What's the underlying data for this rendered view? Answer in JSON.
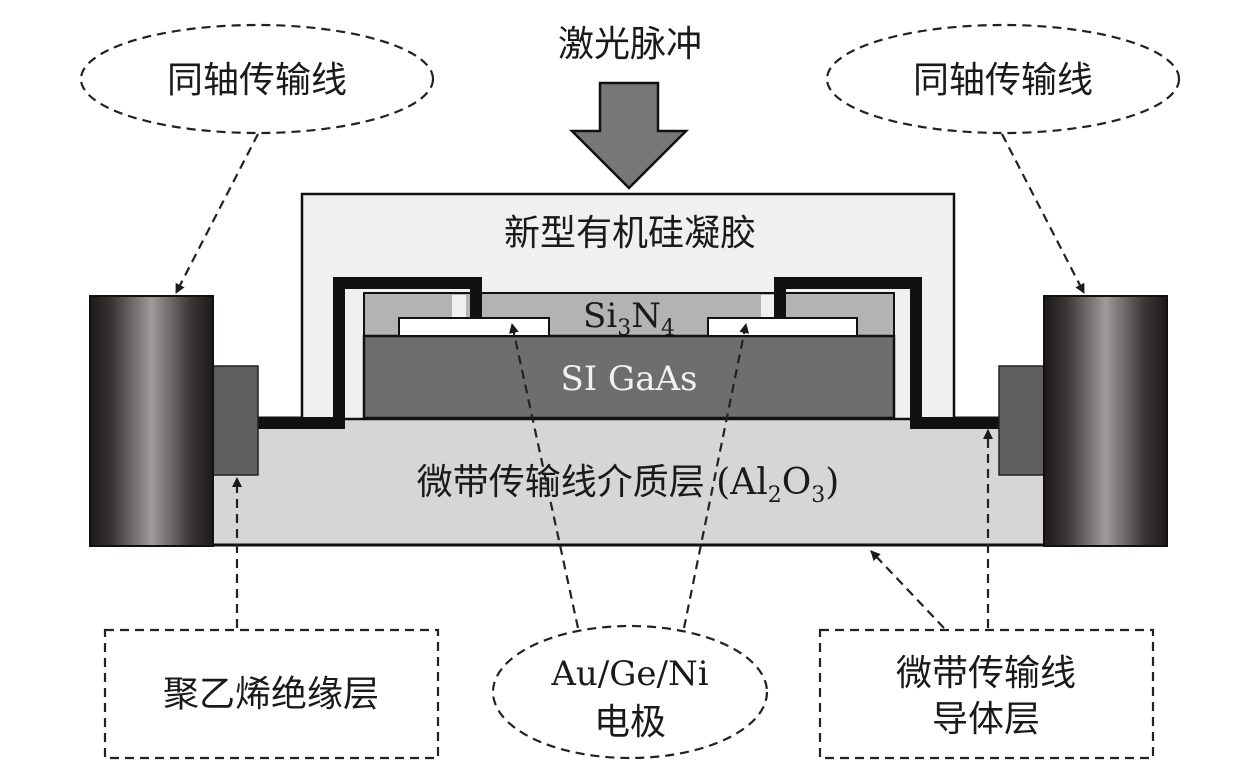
{
  "labels": {
    "laser_pulse": "激光脉冲",
    "coax_left": "同轴传输线",
    "coax_right": "同轴传输线",
    "silicone_gel": "新型有机硅凝胶",
    "si3n4_prefix": "Si",
    "si3n4_sub1": "3",
    "si3n4_mid": "N",
    "si3n4_sub2": "4",
    "si_gaas": "SI GaAs",
    "dielectric_prefix": "微带传输线介质层 (Al",
    "dielectric_sub1": "2",
    "dielectric_mid": "O",
    "dielectric_sub2": "3",
    "dielectric_suffix": ")",
    "polyethylene": "聚乙烯绝缘层",
    "electrode_line1": "Au/Ge/Ni",
    "electrode_line2": "电极",
    "conductor_line1": "微带传输线",
    "conductor_line2": "导体层"
  },
  "colors": {
    "coax_dark": "#1e1a1a",
    "coax_light": "#a09a9a",
    "insulator_block": "#5f5f5f",
    "substrate": "#d6d6d6",
    "gel": "#f0f0f0",
    "si3n4": "#b3b3b3",
    "gaas": "#6e6e6e",
    "electrode": "#ffffff",
    "conductor": "#111111",
    "arrow_fill": "#777777"
  }
}
